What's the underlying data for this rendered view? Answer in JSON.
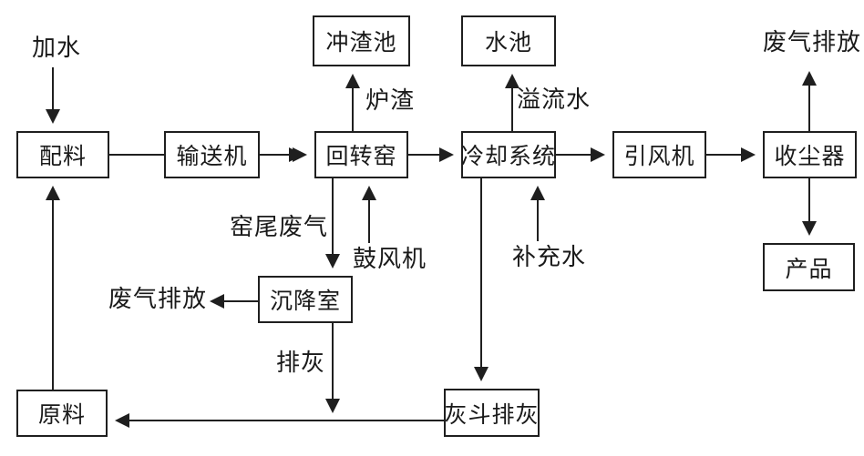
{
  "diagram": {
    "nodes": {
      "batching": "配料",
      "conveyor": "输送机",
      "rotary_kiln": "回转窑",
      "cooling_system": "冷却系统",
      "induced_draft_fan": "引风机",
      "dust_collector": "收尘器",
      "slag_flushing_pool": "冲渣池",
      "water_pool": "水池",
      "settling_chamber": "沉降室",
      "raw_material": "原料",
      "ash_hopper_discharge": "灰斗排灰",
      "product": "产品"
    },
    "labels": {
      "add_water": "加水",
      "slag": "炉渣",
      "overflow_water": "溢流水",
      "exhaust_emission_top": "废气排放",
      "kiln_tail_exhaust": "窑尾废气",
      "blower": "鼓风机",
      "makeup_water": "补充水",
      "exhaust_emission_left": "废气排放",
      "ash_discharge": "排灰"
    },
    "edges": [
      {
        "from": "加水",
        "to": "配料"
      },
      {
        "from": "原料",
        "to": "配料"
      },
      {
        "from": "配料",
        "to": "输送机"
      },
      {
        "from": "输送机",
        "to": "回转窑"
      },
      {
        "from": "回转窑",
        "to": "冲渣池",
        "label": "炉渣"
      },
      {
        "from": "回转窑",
        "to": "冷却系统"
      },
      {
        "from": "回转窑",
        "to": "沉降室",
        "label": "窑尾废气"
      },
      {
        "from": "鼓风机",
        "to": "回转窑"
      },
      {
        "from": "冷却系统",
        "to": "水池",
        "label": "溢流水"
      },
      {
        "from": "冷却系统",
        "to": "引风机"
      },
      {
        "from": "冷却系统",
        "to": "灰斗排灰"
      },
      {
        "from": "补充水",
        "to": "冷却系统"
      },
      {
        "from": "引风机",
        "to": "收尘器"
      },
      {
        "from": "收尘器",
        "to": "废气排放"
      },
      {
        "from": "收尘器",
        "to": "产品"
      },
      {
        "from": "沉降室",
        "to": "废气排放"
      },
      {
        "from": "沉降室",
        "to": "原料",
        "label": "排灰"
      },
      {
        "from": "灰斗排灰",
        "to": "原料"
      }
    ],
    "colors": {
      "line": "#1f1f1f",
      "text": "#1a1a1a",
      "background": "#ffffff"
    }
  }
}
